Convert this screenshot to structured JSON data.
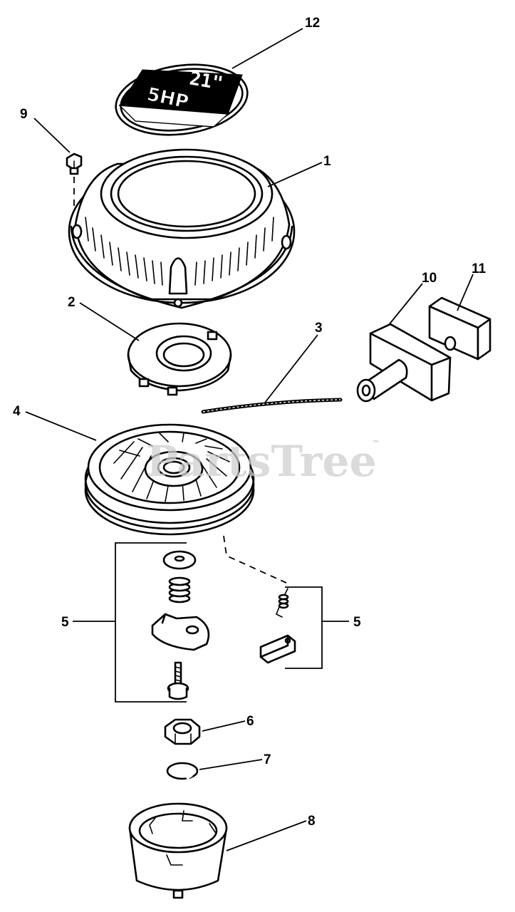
{
  "decal": {
    "line1": "21\"",
    "line2": "5HP"
  },
  "watermark": {
    "text": "PartsTree",
    "tm": "™"
  },
  "callouts": [
    {
      "id": "c12",
      "label": "12"
    },
    {
      "id": "c9",
      "label": "9"
    },
    {
      "id": "c1",
      "label": "1"
    },
    {
      "id": "c11",
      "label": "11"
    },
    {
      "id": "c10",
      "label": "10"
    },
    {
      "id": "c2",
      "label": "2"
    },
    {
      "id": "c3",
      "label": "3"
    },
    {
      "id": "c4",
      "label": "4"
    },
    {
      "id": "c5a",
      "label": "5"
    },
    {
      "id": "c5b",
      "label": "5"
    },
    {
      "id": "c6",
      "label": "6"
    },
    {
      "id": "c7",
      "label": "7"
    },
    {
      "id": "c8",
      "label": "8"
    }
  ],
  "colors": {
    "ink": "#000000",
    "watermark": "#cfcfcf",
    "background": "#ffffff"
  }
}
